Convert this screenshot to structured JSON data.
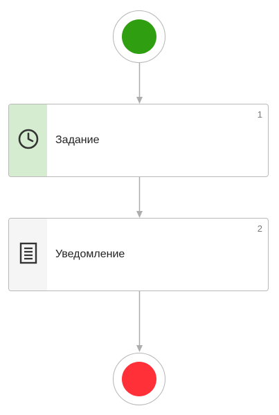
{
  "colors": {
    "start_event": "#2f9e10",
    "end_event": "#ff3038",
    "task_icon_bg": "#d6ecd0",
    "notice_icon_bg": "#f5f5f5",
    "connector": "#adadad",
    "icon_stroke": "#333333"
  },
  "start_event": {
    "icon": "start-event-circle"
  },
  "steps": [
    {
      "number": "1",
      "label": "Задание",
      "icon": "clock-icon"
    },
    {
      "number": "2",
      "label": "Уведомление",
      "icon": "document-icon"
    }
  ],
  "end_event": {
    "icon": "end-event-circle"
  }
}
